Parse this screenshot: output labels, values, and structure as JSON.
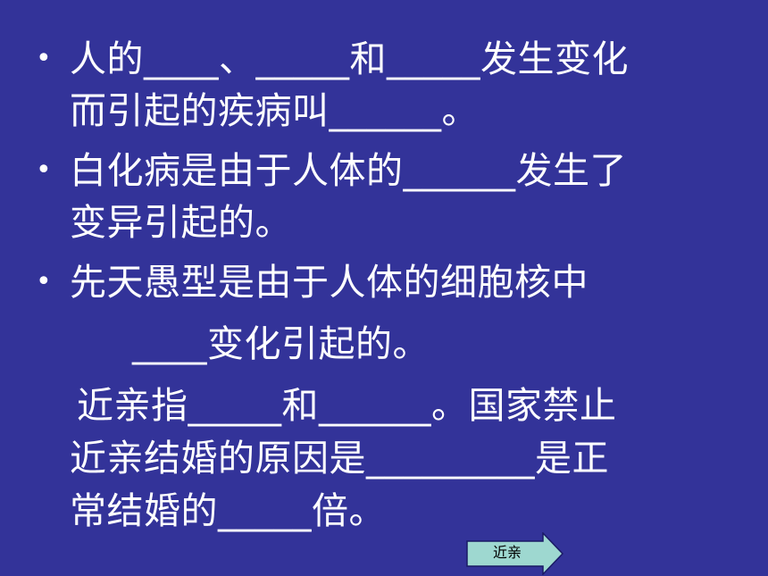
{
  "items": [
    {
      "bullet": "•",
      "lines": [
        "人的____、_____和_____发生变化",
        "而引起的疾病叫______。"
      ]
    },
    {
      "bullet": "•",
      "lines": [
        "白化病是由于人体的______发生了",
        "变异引起的。"
      ]
    },
    {
      "bullet": "•",
      "lines": [
        "先天愚型是由于人体的细胞核中",
        "____变化引起的。"
      ]
    },
    {
      "lines": [
        "近亲指_____和______。国家禁止",
        "近亲结婚的原因是_________是正",
        "常结婚的_____倍。"
      ]
    }
  ],
  "nav_button": {
    "label": "近亲",
    "fill": "#9ed8d0",
    "border": "#1a1a66"
  },
  "colors": {
    "background": "#333399",
    "text": "#ffffff"
  }
}
